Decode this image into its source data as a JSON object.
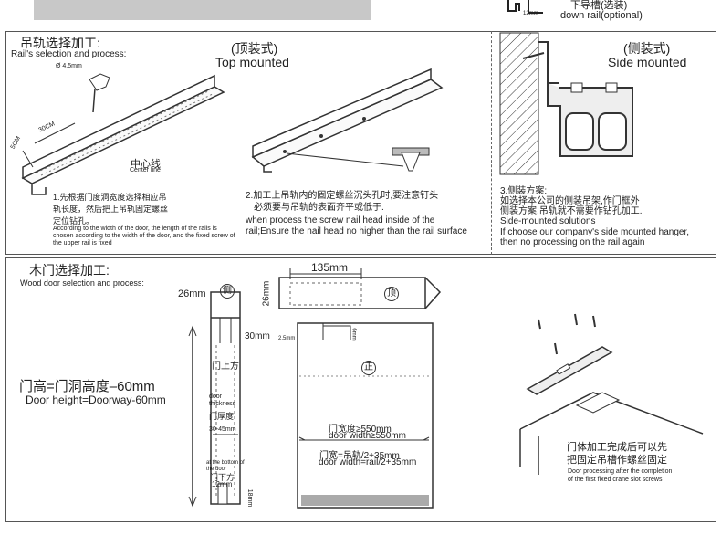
{
  "top_strip": {
    "down_rail_cn": "下导槽(选装)",
    "down_rail_en": "down rail(optional)",
    "dim_12mm": "12mm"
  },
  "rail_section": {
    "title_cn": "吊轨选择加工:",
    "title_en": "Rail's selection and process:",
    "dim_phi": "Ø 4.5mm",
    "dim_30cm": "30CM",
    "dim_5cm": "5CM",
    "center_line_cn": "中心线",
    "center_line_en": "Center line",
    "note1_cn_line1": "1.先根据门度洞宽度选择相应吊",
    "note1_cn_line2": "轨长度，然后把上吊轨固定螺丝",
    "note1_cn_line3": "定位钻孔。",
    "note1_en": "According to the width of the door, the length of the rails is chosen according to the width of the door, and the fixed screw of the upper rail is fixed",
    "top_mounted_cn": "(顶装式)",
    "top_mounted_en": "Top mounted",
    "note2_cn_line1": "2.加工上吊轨内的固定螺丝沉头孔时,要注意钉头",
    "note2_cn_line2": "必须要与吊轨的表面齐平或低于.",
    "note2_en": "when process the screw nail head inside of the rail;Ensure the nail head no higher than the rail surface",
    "side_mounted_cn": "(侧装式)",
    "side_mounted_en": "Side mounted",
    "note3_cn_line1": "3.侧装方案:",
    "note3_cn_line2": "如选择本公司的侧装吊架,作门框外",
    "note3_cn_line3": "侧装方案,吊轨就不需要作钻孔加工.",
    "note3_en_title": "Side-mounted solutions",
    "note3_en_line1": "If choose our company's side mounted hanger,",
    "note3_en_line2": "then no processing on the rail again"
  },
  "door_section": {
    "title_cn": "木门选择加工:",
    "title_en": "Wood door selection and process:",
    "height_cn": "门高=门洞高度–60mm",
    "height_en": "Door height=Doorway-60mm",
    "dim_26mm": "26mm",
    "side_mark": "侧",
    "dim_30mm": "30mm",
    "door_top_cn": "门上方",
    "thickness_en": "door thickness",
    "thickness_cn": "门厚度",
    "dim_30_45mm": "30-45mm",
    "bottom_en": "at the bottom of the door",
    "bottom_cn": "门下方",
    "dim_12mm": "12mm",
    "dim_18mm": "18mm",
    "dim_135mm": "135mm",
    "dim_26mm_v": "26mm",
    "top_mark": "顶",
    "dim_2_5mm": "2.5mm",
    "dim_6mm": "6mm",
    "front_mark": "正",
    "width_cn": "门宽度≥550mm",
    "width_en": "door width≥550mm",
    "formula_cn": "门宽=吊轨/2+35mm",
    "formula_en": "door width=rail/2+35mm",
    "done_cn_line1": "门体加工完成后可以先",
    "done_cn_line2": "把固定吊槽作螺丝固定",
    "done_en_line1": "Door processing after the completion",
    "done_en_line2": "of the first fixed crane slot screws"
  }
}
